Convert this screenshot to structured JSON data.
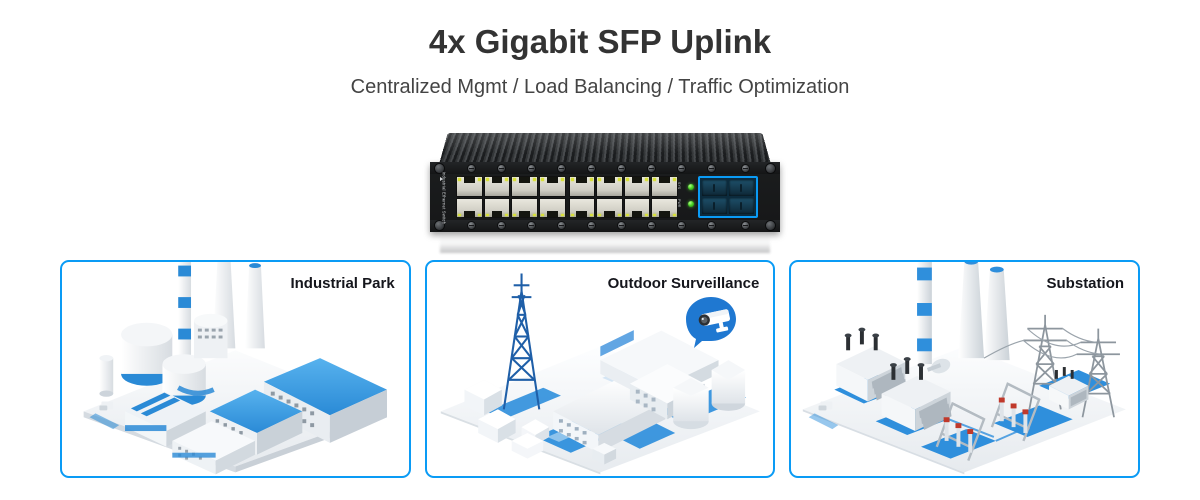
{
  "header": {
    "title": "4x Gigabit SFP Uplink",
    "subtitle": "Centralized Mgmt / Load Balancing / Traffic Optimization"
  },
  "product": {
    "name": "industrial-ethernet-switch",
    "side_label": "Industrial Ethernet Switch",
    "rj45_port_count": 16,
    "rj45_rows": 2,
    "rj45_per_row": 8,
    "sfp_port_count": 4,
    "status_leds": [
      "SYS",
      "PWR"
    ],
    "highlight_color": "#0a9bf5",
    "chassis_color": "#1a1c1d",
    "led_color": "#4cd427"
  },
  "cards": [
    {
      "label": "Industrial Park",
      "art": "industrial-park-illustration"
    },
    {
      "label": "Outdoor Surveillance",
      "art": "outdoor-surveillance-illustration",
      "badge": "cctv-camera-badge"
    },
    {
      "label": "Substation",
      "art": "substation-illustration"
    }
  ],
  "colors": {
    "accent": "#0a9bf5",
    "accent_deep": "#1f78d1",
    "title": "#333333",
    "subtitle": "#444444",
    "card_label": "#15161c",
    "background": "#ffffff"
  }
}
